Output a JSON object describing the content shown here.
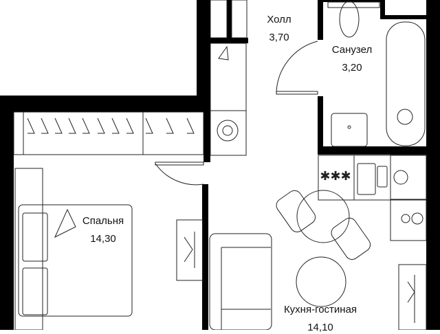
{
  "plan": {
    "wall_color": "#000000",
    "line_color": "#222222",
    "rooms": [
      {
        "name": "Холл",
        "area": "3,70"
      },
      {
        "name": "Санузел",
        "area": "3,20"
      },
      {
        "name": "Спальня",
        "area": "14,30"
      },
      {
        "name": "Кухня-гостиная",
        "area": "14,10"
      }
    ]
  }
}
